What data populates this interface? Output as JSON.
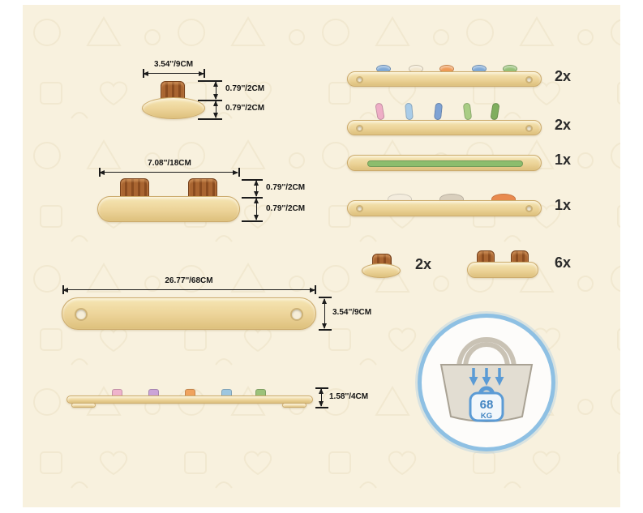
{
  "canvas": {
    "letterbox_color": "#ffffff",
    "background_color": "#f8f1de"
  },
  "dim_labels": {
    "small_stand_width": "3.54''/9CM",
    "small_stand_peg_height": "0.79''/2CM",
    "small_stand_base_height": "0.79''/2CM",
    "oval_stand_width": "7.08''/18CM",
    "oval_stand_peg_height": "0.79''/2CM",
    "oval_stand_base_height": "0.79''/2CM",
    "long_plank_length": "26.77''/68CM",
    "long_plank_width": "3.54''/9CM",
    "side_plank_height": "1.58''/4CM"
  },
  "quantities": {
    "knob_plank": "2x",
    "peg_plank": "2x",
    "slider_plank": "1x",
    "shape_plank": "1x",
    "single_peg_stand": "2x",
    "double_peg_stand": "6x"
  },
  "badge": {
    "weight_value": "68",
    "weight_unit": "KG"
  },
  "colors": {
    "accent_blue": "#5b9bd5",
    "wood_light": "#f0dca6",
    "peg_brown": "#9c5c28",
    "knob_colors": [
      "#7fa9d6",
      "#f2e7cf",
      "#ef9b57",
      "#7fa9d6",
      "#97c178"
    ],
    "stick_colors": [
      "#eeadc6",
      "#a9cce8",
      "#7fa3d4",
      "#a9cd84",
      "#7fae5e"
    ],
    "side_peg_colors": [
      "#efb3cc",
      "#cba4d8",
      "#f0a35e",
      "#9ec7e0",
      "#9cc27a"
    ],
    "shape_colors": [
      "#f3ecdd",
      "#d9cfbd",
      "#e98a4e"
    ],
    "slider_green": "#8cbd6d"
  }
}
